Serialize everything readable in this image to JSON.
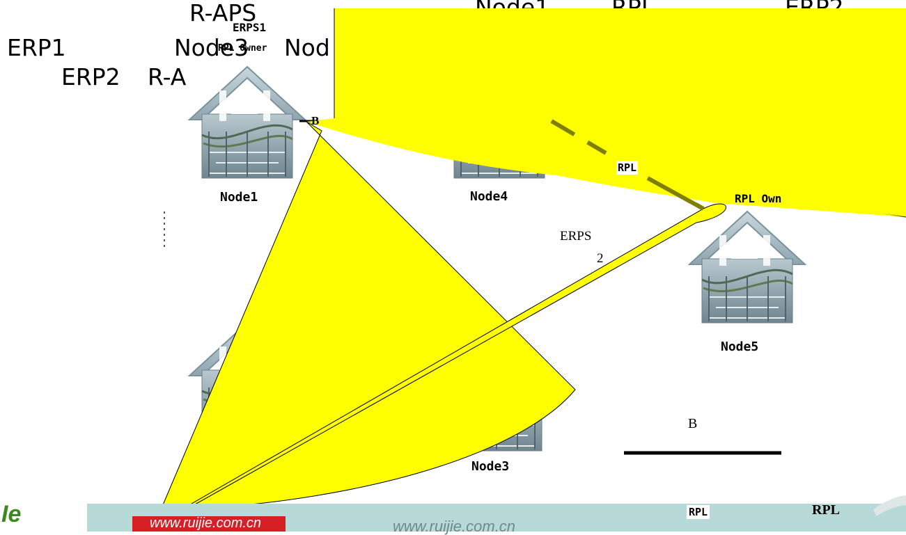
{
  "header": {
    "line1_left": "R-APS",
    "line1_mid1": "Node1",
    "line1_mid2": "RPL",
    "line1_right": "ERP2",
    "line2_a": "ERP1",
    "line2_b": "Node3",
    "line2_c": "Nod",
    "line3_a": "ERP2",
    "line3_b": "R-A"
  },
  "labels": {
    "erps1": "ERPS1",
    "rpl_owner_1": "RPL Owner",
    "rpl_owner_5": "RPL Own",
    "b_port": "B",
    "rpl_mid": "RPL",
    "erps2_a": "ERPS",
    "erps2_b": "2"
  },
  "nodes": {
    "node1": "Node1",
    "node3": "Node3",
    "node4": "Node4",
    "node5": "Node5"
  },
  "legend": {
    "b_label": "B",
    "rpl_box_label": "RPL",
    "rpl_text": "RPL"
  },
  "footer": {
    "logo": "Ie",
    "url_1": "www.ruijie.com.cn",
    "url_2": "www.ruijie.com.cn"
  },
  "colors": {
    "callout_fill": "#ffff00",
    "rpl_link": "#808000",
    "footer_band": "#b7d9d8",
    "footer_brand_green": "#3c8a1e",
    "footer_red": "#d81f26",
    "switch_body": "#9fb3bc"
  }
}
